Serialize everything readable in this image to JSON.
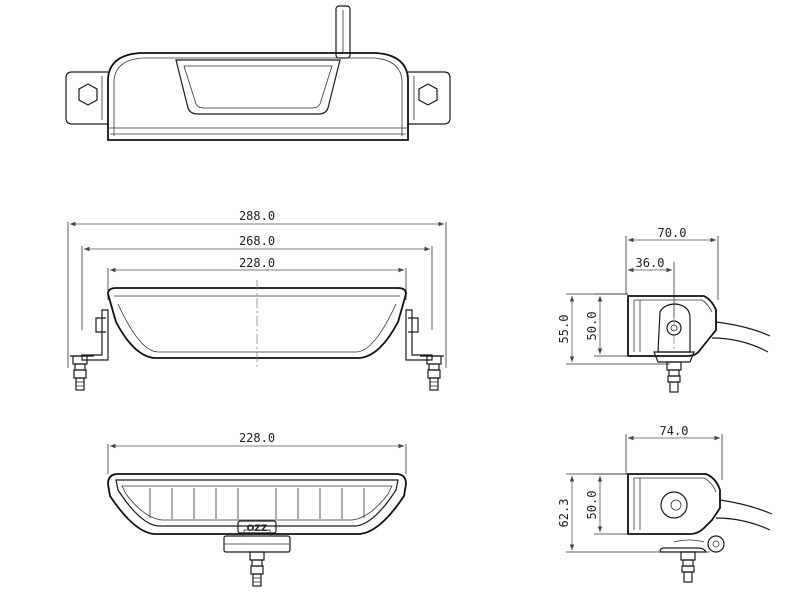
{
  "dimensions": {
    "front_width_outer": "288.0",
    "front_width_mid": "268.0",
    "front_width_lens": "228.0",
    "bottom_width": "228.0",
    "side_depth": "70.0",
    "side_bracket_offset": "36.0",
    "side_height_total": "55.0",
    "side_height_body": "50.0",
    "side2_depth": "74.0",
    "side2_height_total": "62.3",
    "side2_height_body": "50.0"
  },
  "logo_text": "OZZ"
}
